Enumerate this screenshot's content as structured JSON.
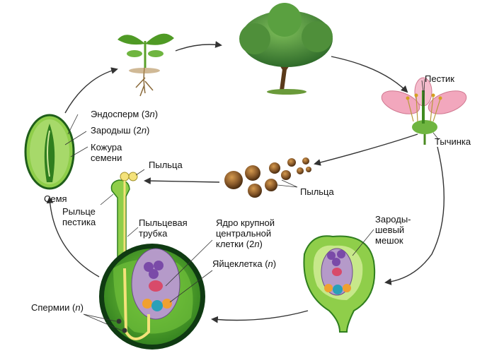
{
  "colors": {
    "arrow": "#333333",
    "leaf_green": "#3f9a2a",
    "light_green": "#8fce4a",
    "dark_green": "#1f5e1a",
    "petal_pink": "#f2a7bd",
    "pollen_brown": "#8a5a2a",
    "embryo_sac": "#b59ac9",
    "tube_yellow": "#f4e27a"
  },
  "icons": [
    "seedling-icon",
    "tree-icon",
    "flower-icon",
    "pollen-icon",
    "seed-icon",
    "ovule-icon",
    "embryo-sac-icon",
    "pistil-stigma-icon"
  ],
  "labels": {
    "pistil": "Пестик",
    "stamen": "Тычинка",
    "pollen_right": "Пыльца",
    "embryo_sac_1": "Зароды-",
    "embryo_sac_2": "шевый",
    "embryo_sac_3": "мешок",
    "endosperm": "Эндосперм",
    "endosperm_ploidy": "(3",
    "endosperm_n": "n",
    "endosperm_close": ")",
    "embryo": "Зародыш",
    "embryo_ploidy": "(2",
    "embryo_n": "n",
    "embryo_close": ")",
    "seed_coat_1": "Кожура",
    "seed_coat_2": "семени",
    "pollen_left": "Пыльца",
    "seed": "Семя",
    "stigma_1": "Рыльце",
    "stigma_2": "пестика",
    "pollen_tube_1": "Пыльцевая",
    "pollen_tube_2": "трубка",
    "central_nucleus_1": "Ядро крупной",
    "central_nucleus_2": "центральной",
    "central_nucleus_3": "клетки",
    "central_ploidy": "(2",
    "central_n": "n",
    "central_close": ")",
    "egg_cell": "Яйцеклетка",
    "egg_ploidy": "(",
    "egg_n": "n",
    "egg_close": ")",
    "sperm": "Спермии",
    "sperm_ploidy": "(",
    "sperm_n": "n",
    "sperm_close": ")"
  }
}
